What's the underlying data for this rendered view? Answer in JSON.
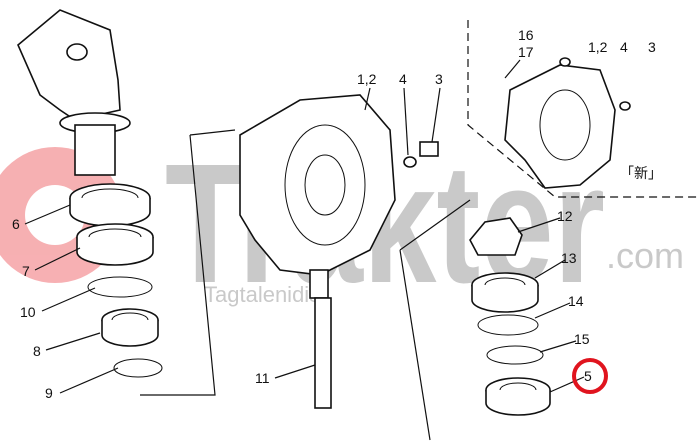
{
  "watermark": {
    "brand": "Trakter",
    "domain": ".com",
    "tagline": "Tagtalenidis",
    "brand_color": "#e8333a"
  },
  "labels": {
    "p6": "6",
    "p7": "7",
    "p10": "10",
    "p8": "8",
    "p9": "9",
    "p11": "11",
    "main_12": "1,2",
    "main_4": "4",
    "main_3": "3",
    "p12": "12",
    "p13": "13",
    "p14": "14",
    "p15": "15",
    "p5": "5",
    "inset_16": "16",
    "inset_17": "17",
    "inset_12": "1,2",
    "inset_4": "4",
    "inset_3": "3",
    "inset_new": "「新」"
  },
  "highlight": {
    "label": "5",
    "color": "#e0141e"
  }
}
